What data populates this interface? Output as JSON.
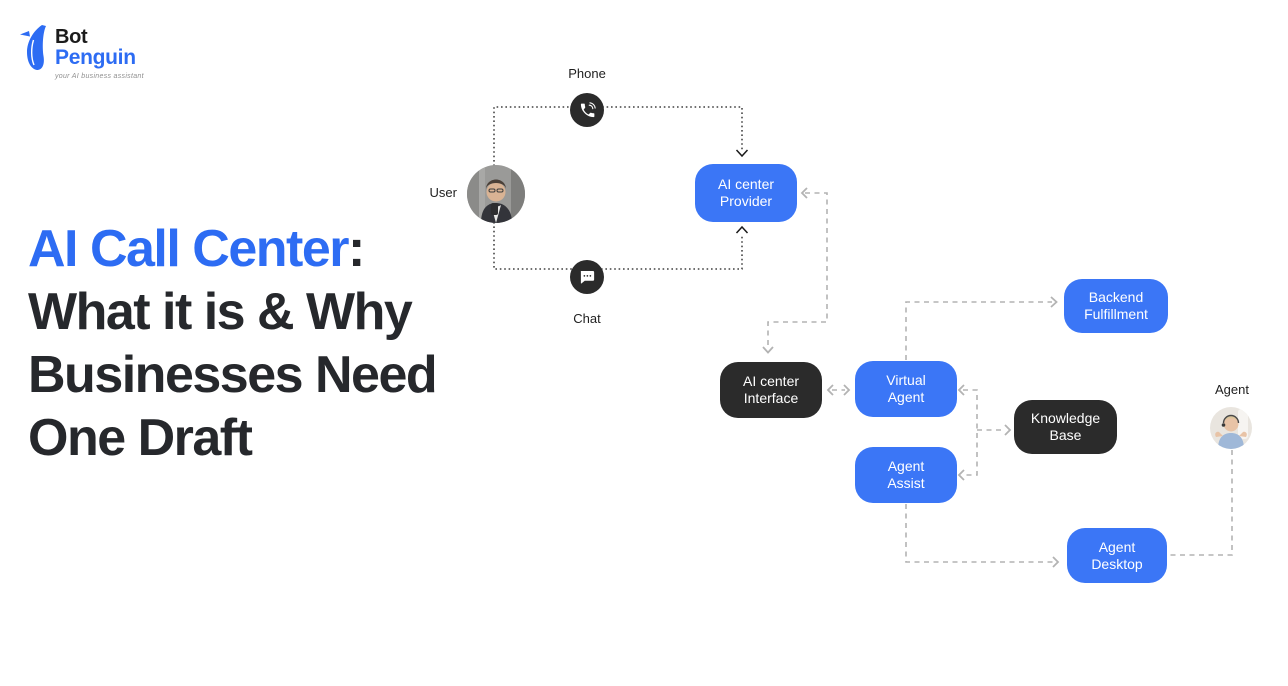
{
  "logo": {
    "bot": "Bot",
    "penguin": "Penguin",
    "tagline": "your AI business assistant"
  },
  "heading": {
    "highlight": "AI Call Center",
    "colon": ":",
    "line2": "What it is & Why",
    "line3": "Businesses Need",
    "line4": "One Draft"
  },
  "diagram": {
    "labels": {
      "phone": "Phone",
      "user": "User",
      "chat": "Chat",
      "agent": "Agent"
    },
    "nodes": {
      "provider": {
        "label": "AI center\nProvider",
        "color": "#3b76f6"
      },
      "interface": {
        "label": "AI center\nInterface",
        "color": "#2b2b2b"
      },
      "virtual_agent": {
        "label": "Virtual\nAgent",
        "color": "#3b76f6"
      },
      "backend": {
        "label": "Backend\nFulfillment",
        "color": "#3b76f6"
      },
      "knowledge": {
        "label": "Knowledge\nBase",
        "color": "#2b2b2b"
      },
      "agent_assist": {
        "label": "Agent\nAssist",
        "color": "#3b76f6"
      },
      "agent_desktop": {
        "label": "Agent\nDesktop",
        "color": "#3b76f6"
      }
    },
    "edges": [
      {
        "from": "user",
        "via": "phone",
        "to": "provider",
        "line": "dotted-black",
        "arrow_into": [
          "provider"
        ]
      },
      {
        "from": "user",
        "via": "chat",
        "to": "provider",
        "line": "dotted-black",
        "arrow_into": [
          "provider"
        ]
      },
      {
        "between": [
          "provider",
          "interface"
        ],
        "line": "dashed-gray",
        "arrow_into": [
          "provider",
          "interface"
        ]
      },
      {
        "between": [
          "interface",
          "virtual_agent"
        ],
        "line": "dashed-gray",
        "arrow_into": [
          "interface",
          "virtual_agent"
        ]
      },
      {
        "from": "virtual_agent",
        "to": "backend",
        "line": "dashed-gray",
        "arrow_into": [
          "backend"
        ]
      },
      {
        "between": [
          "virtual_agent",
          "agent_assist"
        ],
        "branch_to": "knowledge",
        "line": "dashed-gray",
        "arrow_into": [
          "virtual_agent",
          "knowledge",
          "agent_assist"
        ]
      },
      {
        "from": "agent_assist",
        "to": "agent_desktop",
        "line": "dashed-gray",
        "arrow_into": [
          "agent_desktop"
        ]
      },
      {
        "between": [
          "agent_desktop",
          "agent"
        ],
        "line": "dashed-gray",
        "arrow_into": []
      }
    ],
    "colors": {
      "node_blue": "#3b76f6",
      "node_dark": "#2b2b2b",
      "heading_blue": "#2d6cf3",
      "heading_dark": "#26282c",
      "connector_gray": "#b3b3b3",
      "connector_black": "#1a1a1a"
    }
  }
}
